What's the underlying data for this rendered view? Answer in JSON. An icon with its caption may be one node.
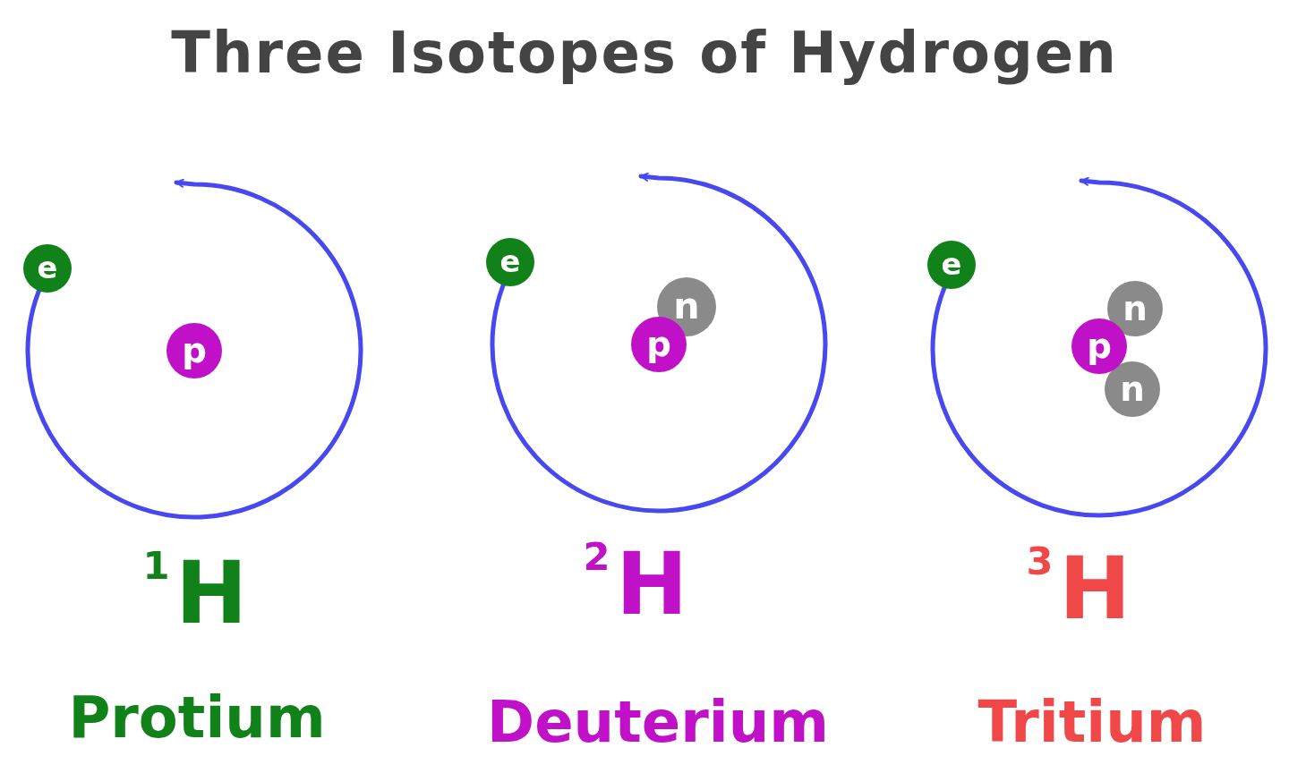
{
  "diagram": {
    "title": "Three Isotopes of Hydrogen",
    "nodes": [
      {
        "text": [
          "e"
        ]
      },
      {
        "text": [
          "p"
        ]
      },
      {
        "text": [
          "e"
        ]
      },
      {
        "text": [
          "n"
        ]
      },
      {
        "text": [
          "p"
        ]
      },
      {
        "text": [
          "e"
        ]
      },
      {
        "text": [
          "n"
        ]
      },
      {
        "text": [
          "p"
        ]
      },
      {
        "text": [
          "n"
        ]
      }
    ],
    "labels": [
      "$^{1}$H",
      "Protium",
      "$^{2}$H",
      "Deuterium",
      "$^{3}$H",
      "Tritium"
    ]
  }
}
